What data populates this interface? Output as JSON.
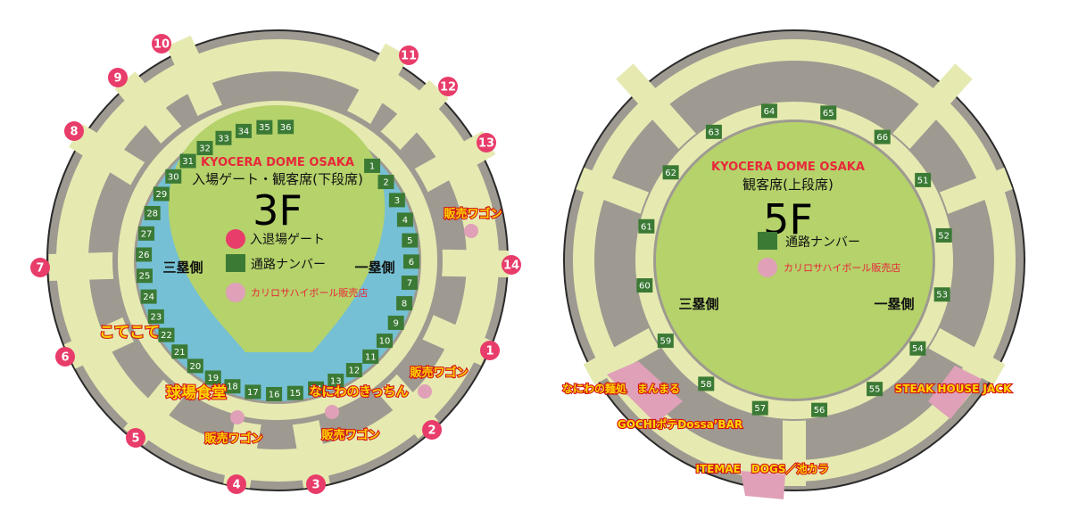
{
  "colors": {
    "gate": "#e83c6a",
    "aisle": "#3b7a35",
    "wagon": "#dfa0b8",
    "concourse": "#e6eab1",
    "seats": "#9e9a91",
    "field": "#b5d26b",
    "ring": "#75c0d4",
    "outline": "#2a2a2a"
  },
  "floor3": {
    "brand": "KYOCERA DOME OSAKA",
    "subtitle": "入場ゲート・観客席(下段席)",
    "floor": "3F",
    "legend": {
      "gate": "入退場ゲート",
      "aisle": "通路ナンバー",
      "wagon": "カリロサハイボール販売店"
    },
    "side_left": "三塁側",
    "side_right": "一塁側",
    "gates": [
      "10",
      "11",
      "9",
      "12",
      "8",
      "13",
      "7",
      "14",
      "6",
      "1",
      "5",
      "2",
      "4",
      "3"
    ],
    "aisles": [
      "1",
      "2",
      "3",
      "4",
      "5",
      "6",
      "7",
      "8",
      "9",
      "10",
      "11",
      "12",
      "13",
      "14",
      "15",
      "16",
      "17",
      "18",
      "19",
      "20",
      "21",
      "22",
      "23",
      "24",
      "25",
      "26",
      "27",
      "28",
      "29",
      "30",
      "31",
      "32",
      "33",
      "34",
      "35",
      "36"
    ],
    "food": {
      "wagon_label": "販売ワゴン",
      "kotekote": "こてこて",
      "kyujo": "球場食堂",
      "naniwa": "なにわのきっちん"
    }
  },
  "floor5": {
    "brand": "KYOCERA DOME OSAKA",
    "subtitle": "観客席(上段席)",
    "floor": "5F",
    "legend": {
      "aisle": "通路ナンバー",
      "wagon": "カリロサハイボール販売店"
    },
    "side_left": "三塁側",
    "side_right": "一塁側",
    "aisles": [
      "51",
      "52",
      "53",
      "54",
      "55",
      "56",
      "57",
      "58",
      "59",
      "60",
      "61",
      "62",
      "63",
      "64",
      "65",
      "66"
    ],
    "shops": {
      "naniwa_men": "なにわの麺処　まんまる",
      "gochi": "GOCHIポテDossa’BAR",
      "steak": "STEAK HOUSE JACK",
      "itemae": "ITEMAE　DOGS／池カラ"
    }
  }
}
